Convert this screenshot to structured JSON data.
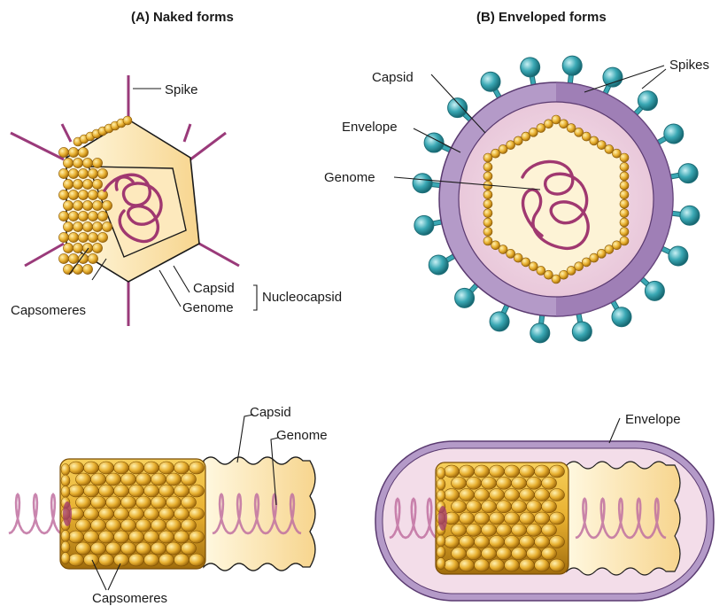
{
  "titles": {
    "naked": "(A) Naked forms",
    "enveloped": "(B) Enveloped forms"
  },
  "naked_icosahedral": {
    "spike": "Spike",
    "capsomeres": "Capsomeres",
    "capsid": "Capsid",
    "genome": "Genome",
    "nucleocapsid": "Nucleocapsid"
  },
  "enveloped_spherical": {
    "capsid": "Capsid",
    "envelope": "Envelope",
    "genome": "Genome",
    "spikes": "Spikes"
  },
  "naked_helical": {
    "capsid": "Capsid",
    "genome": "Genome",
    "capsomeres": "Capsomeres"
  },
  "enveloped_helical": {
    "envelope": "Envelope"
  },
  "colors": {
    "capsomere": "#e8b030",
    "genome": "#a03870",
    "envelope": "#b49ac8",
    "spike": "#3aa8b4",
    "interior": "#fbe7b6"
  }
}
